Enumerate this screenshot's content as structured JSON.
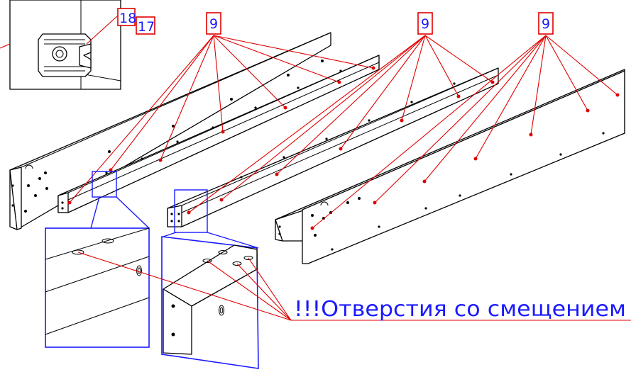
{
  "callouts": {
    "c18": "18",
    "c17": "17",
    "c9a": "9",
    "c9b": "9",
    "c9c": "9"
  },
  "note": {
    "text": "!!!Отверстия со смещением"
  },
  "colors": {
    "callout_text": "#1a1aff",
    "callout_frame": "#e00000",
    "leader": "#e00000",
    "detail_frame": "#1a1aff",
    "outline": "#000000"
  }
}
